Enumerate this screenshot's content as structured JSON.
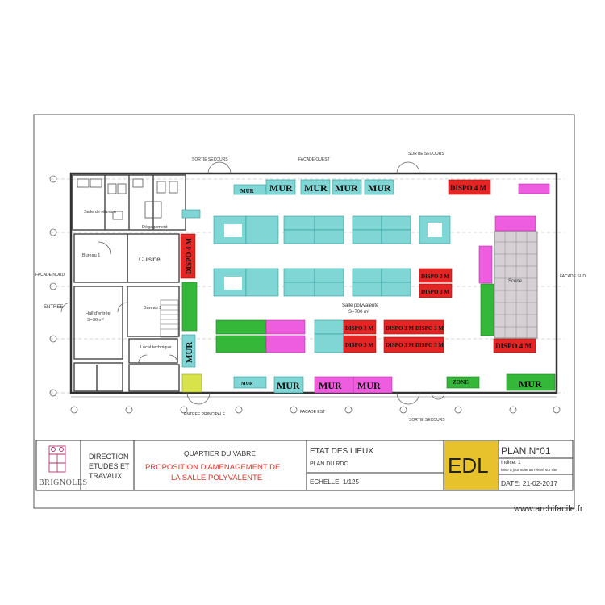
{
  "colors": {
    "cyan": "#7fd6d4",
    "green": "#35b73a",
    "magenta": "#ee5de0",
    "red": "#e52424",
    "yellow": "#d8e34a",
    "edl": "#e8c22c"
  },
  "plan": {
    "facades": {
      "north": "FACADE OUEST",
      "south": "FACADE EST",
      "west": "FACADE NORD",
      "east": "FACADE SUD"
    },
    "exits": {
      "sortie_nw": "SORTIE SECOURS",
      "sortie_ne": "SORTIE SECOURS",
      "sortie_se": "SORTIE SECOURS",
      "entree_principale": "ENTREE PRINCIPALE",
      "entree": "ENTREE"
    },
    "rooms": {
      "cuisine": "Cuisine",
      "hall_label": "Salle polyvalente",
      "hall_area": "S=700 m²",
      "degagement": "Dégagement",
      "bureau1": "Bureau 1",
      "bureau2": "Bureau 2",
      "local": "Local technique",
      "hall_entree": "Hall d'entrée",
      "area_36": "S=36 m²",
      "salle_reunion": "Salle de réunion",
      "scene": "Scène"
    },
    "labels": {
      "mur": "MUR",
      "mur_small": "MUR",
      "dispo4m": "DISPO 4 M",
      "dispo3m": "DISPO 3 M",
      "zone": "ZONE"
    }
  },
  "titleblock": {
    "logo_text": "BRIGNOLES",
    "direction_l1": "DIRECTION",
    "direction_l2": "ETUDES ET",
    "direction_l3": "TRAVAUX",
    "quartier": "QUARTIER DU VABRE",
    "proposition_l1": "PROPOSITION D'AMENAGEMENT DE",
    "proposition_l2": "LA SALLE POLYVALENTE",
    "etat": "ETAT DES LIEUX",
    "plan_rdc": "PLAN DU RDC",
    "echelle": "ECHELLE: 1/125",
    "edl": "EDL",
    "plan_no": "PLAN N°01",
    "indice": "Indice: 1",
    "mise_a_jour": "Mise à jour suite au relevé sur site",
    "date": "DATE: 21-02-2017"
  },
  "watermark": "www.archifacile.fr"
}
